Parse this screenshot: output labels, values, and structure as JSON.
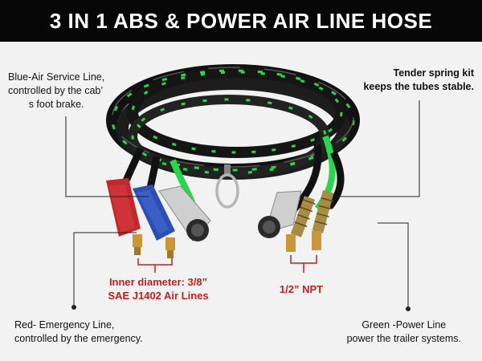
{
  "title": "3 IN 1 ABS & POWER AIR LINE HOSE",
  "labels": {
    "blue_line_1": "Blue-Air Service Line,",
    "blue_line_2": "controlled by the cab’",
    "blue_line_3": "s foot brake.",
    "tender_line_1": "Tender spring kit",
    "tender_line_2": "keeps the tubes stable.",
    "inner_diameter_1": "Inner diameter: 3/8”",
    "inner_diameter_2": "SAE J1402 Air Lines",
    "npt": "1/2” NPT",
    "red_line_1": "Red- Emergency Line,",
    "red_line_2": "controlled by the emergency.",
    "green_line_1": "Green -Power Line",
    "green_line_2": "power the trailer systems."
  },
  "colors": {
    "hose": "#1a1a1a",
    "accent_green": "#27d64a",
    "red_handle": "#c1272d",
    "blue_handle": "#2b4fb5",
    "callout_red": "#c81e1e",
    "brass": "#c9973a"
  }
}
